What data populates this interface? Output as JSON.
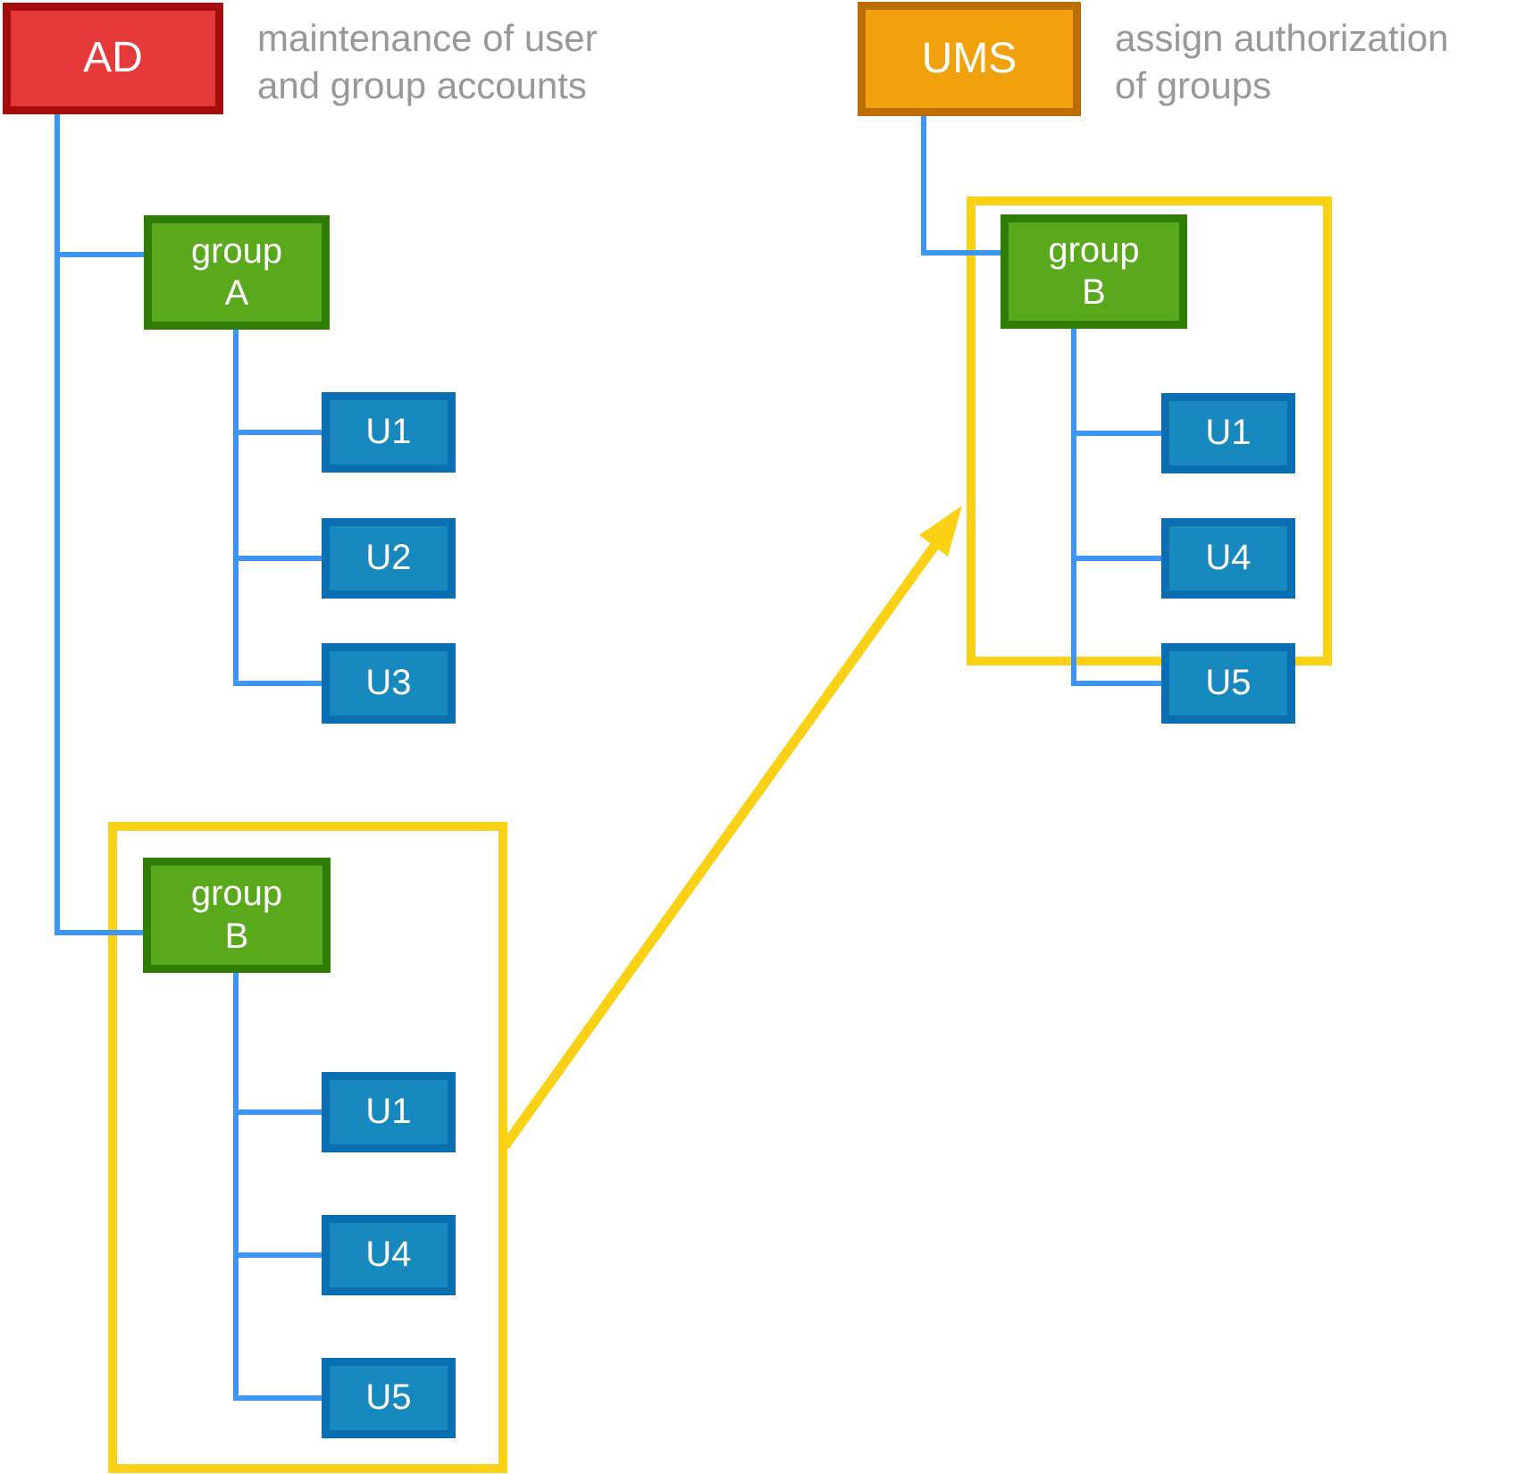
{
  "colors": {
    "red-fill": "#E6393A",
    "red-border": "#A50D0D",
    "orange-fill": "#F1A10B",
    "orange-border": "#BC6D00",
    "green-fill": "#5AA91C",
    "green-border": "#2F7D05",
    "blue-fill": "#1789BE",
    "blue-border": "#0A6FB2",
    "line-blue": "#3D96F7",
    "yellow": "#FBD116",
    "gray-text": "#989898"
  },
  "nodes": {
    "ad": {
      "label": "AD",
      "annotation": {
        "line1": "maintenance of user",
        "line2": "and group accounts"
      }
    },
    "ums": {
      "label": "UMS",
      "annotation": {
        "line1": "assign authorization",
        "line2": "of groups"
      }
    },
    "group_a": {
      "line1": "group",
      "line2": "A"
    },
    "group_b_left": {
      "line1": "group",
      "line2": "B"
    },
    "group_b_right": {
      "line1": "group",
      "line2": "B"
    },
    "users_group_a": [
      "U1",
      "U2",
      "U3"
    ],
    "users_group_b_left": [
      "U1",
      "U4",
      "U5"
    ],
    "users_group_b_right": [
      "U1",
      "U4",
      "U5"
    ]
  }
}
